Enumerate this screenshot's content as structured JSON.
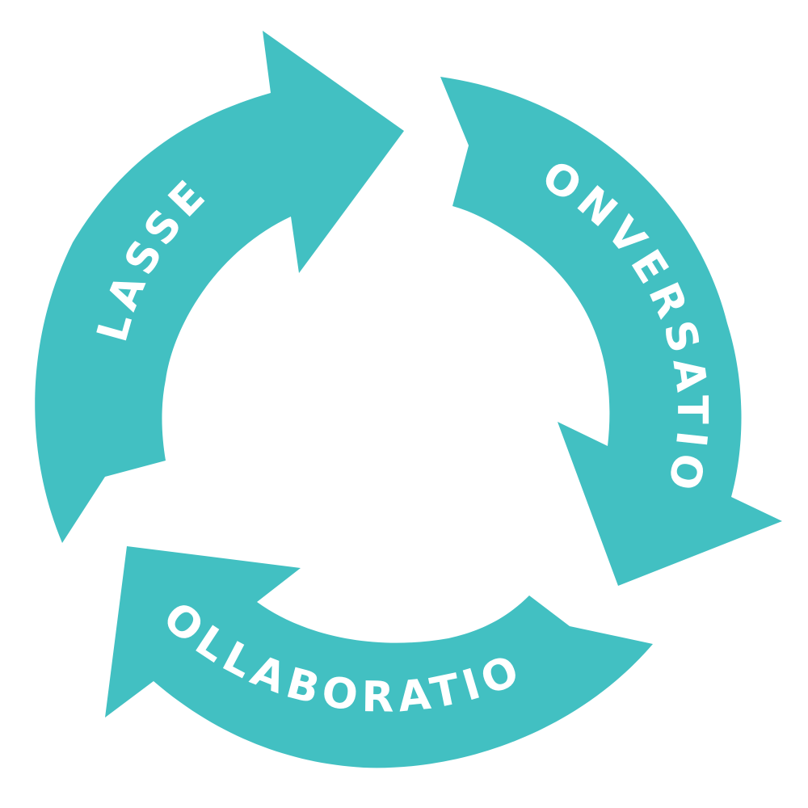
{
  "colors": {
    "background": "#ffffff",
    "arrow_fill": "#42C0C2",
    "label_text": "#ffffff"
  },
  "cycle": {
    "arrows": [
      {
        "label": "CLASSES"
      },
      {
        "label": "CONVERSATION"
      },
      {
        "label": "COLLABORATION"
      }
    ]
  }
}
